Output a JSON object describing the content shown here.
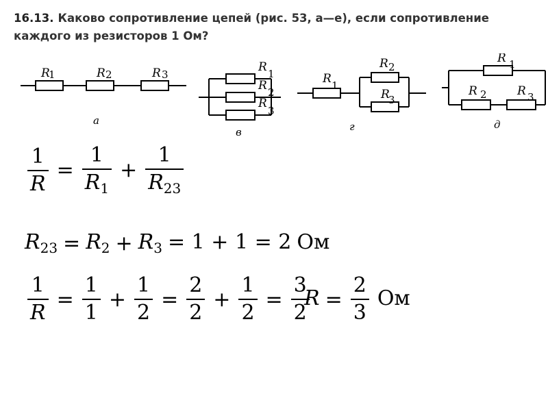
{
  "problem": {
    "number": "16.13.",
    "text": "Каково сопротивление цепей (рис. 53, а—е), если сопротивление каждого из резисторов 1 Ом?"
  },
  "diagrams": {
    "a": {
      "caption": "а",
      "resistors": [
        "R",
        "R",
        "R"
      ],
      "indices": [
        "1",
        "2",
        "3"
      ]
    },
    "v": {
      "caption": "в",
      "resistors": [
        "R",
        "R",
        "R"
      ],
      "indices": [
        "1",
        "2",
        "3"
      ]
    },
    "g": {
      "caption": "г",
      "resistors": [
        "R",
        "R",
        "R"
      ],
      "indices": [
        "1",
        "2",
        "3"
      ]
    },
    "d": {
      "caption": "д",
      "resistors": [
        "R",
        "R",
        "R"
      ],
      "indices": [
        "1",
        "2",
        "3"
      ]
    }
  },
  "equations": {
    "eq1": {
      "lhs_num": "1",
      "lhs_den": "R",
      "eq": "=",
      "f1_num": "1",
      "f1_den": "R",
      "f1_sub": "1",
      "plus": "+",
      "f2_num": "1",
      "f2_den": "R",
      "f2_sub": "23"
    },
    "eq2": {
      "r": "R",
      "r_sub": "23",
      "eq1": "=",
      "r2": "R",
      "r2_sub": "2",
      "plus1": "+",
      "r3": "R",
      "r3_sub": "3",
      "rest": "= 1 + 1 = 2",
      "unit": "Ом"
    },
    "eq3": {
      "lhs_num": "1",
      "lhs_den": "R",
      "f1_num": "1",
      "f1_den": "1",
      "f2_num": "1",
      "f2_den": "2",
      "f3_num": "2",
      "f3_den": "2",
      "f4_num": "1",
      "f4_den": "2",
      "f5_num": "3",
      "f5_den": "2",
      "eq": "=",
      "plus": "+"
    },
    "eq4": {
      "r": "R",
      "eq": "=",
      "num": "2",
      "den": "3",
      "unit": "Ом"
    }
  }
}
